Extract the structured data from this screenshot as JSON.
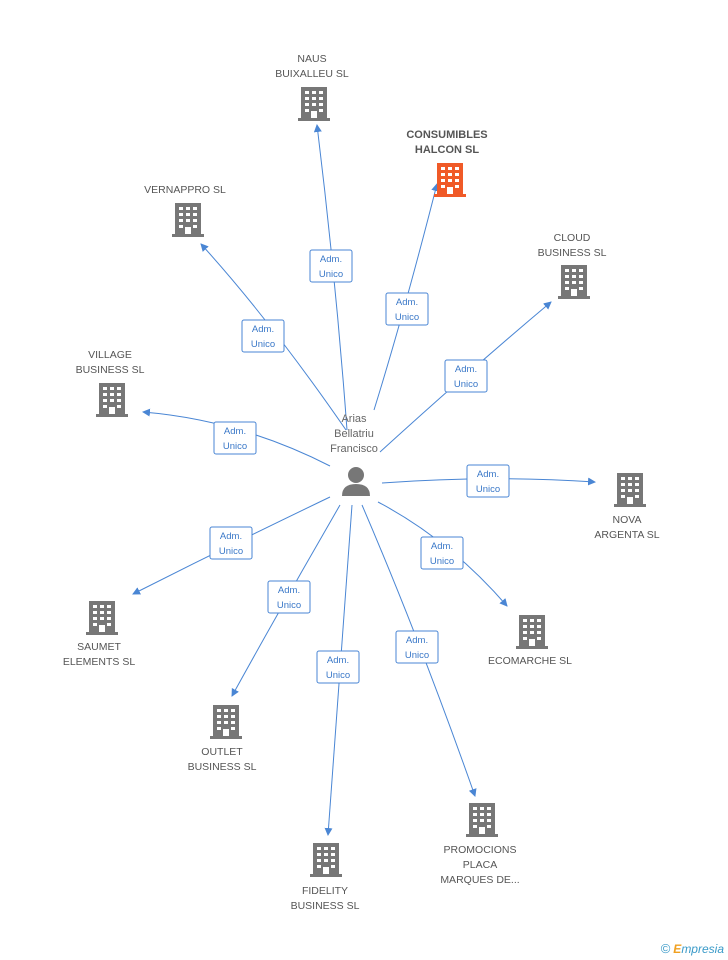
{
  "center": {
    "name_lines": [
      "Arias",
      "Bellatriu",
      "Francisco"
    ]
  },
  "edge_label_lines": [
    "Adm.",
    "Unico"
  ],
  "colors": {
    "edge": "#4a86d4",
    "building": "#777777",
    "highlight": "#f05a28"
  },
  "companies": [
    {
      "id": "naus",
      "lines": [
        "NAUS",
        "BUIXALLEU SL"
      ],
      "highlight": false
    },
    {
      "id": "consumibles",
      "lines": [
        "CONSUMIBLES",
        "HALCON SL"
      ],
      "highlight": true
    },
    {
      "id": "vernappro",
      "lines": [
        "VERNAPPRO  SL"
      ],
      "highlight": false
    },
    {
      "id": "cloud",
      "lines": [
        "CLOUD",
        "BUSINESS SL"
      ],
      "highlight": false
    },
    {
      "id": "village",
      "lines": [
        "VILLAGE",
        "BUSINESS SL"
      ],
      "highlight": false
    },
    {
      "id": "nova",
      "lines": [
        "NOVA",
        "ARGENTA SL"
      ],
      "highlight": false
    },
    {
      "id": "saumet",
      "lines": [
        "SAUMET",
        "ELEMENTS SL"
      ],
      "highlight": false
    },
    {
      "id": "ecomarche",
      "lines": [
        "ECOMARCHE  SL"
      ],
      "highlight": false
    },
    {
      "id": "outlet",
      "lines": [
        "OUTLET",
        "BUSINESS  SL"
      ],
      "highlight": false
    },
    {
      "id": "promocions",
      "lines": [
        "PROMOCIONS",
        "PLACA",
        "MARQUES DE..."
      ],
      "highlight": false
    },
    {
      "id": "fidelity",
      "lines": [
        "FIDELITY",
        "BUSINESS SL"
      ],
      "highlight": false
    }
  ],
  "brand": {
    "copyright": "©",
    "initial": "E",
    "rest": "mpresia"
  }
}
